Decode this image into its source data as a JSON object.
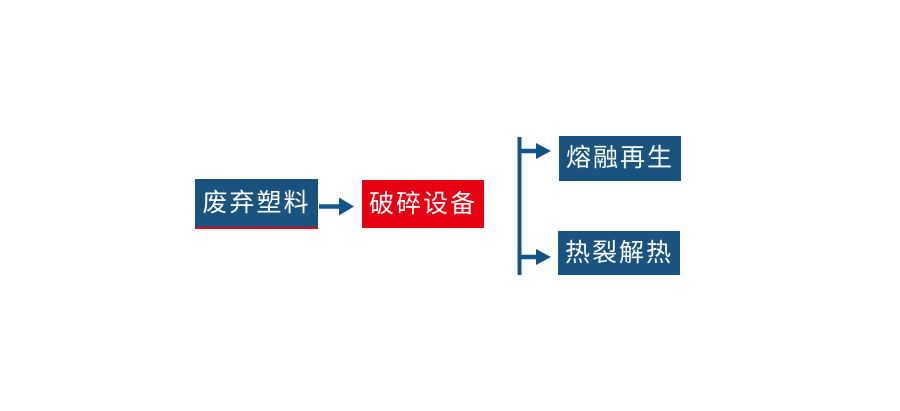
{
  "diagram": {
    "title": "waste-plastic-processing-flowchart",
    "nodes": {
      "source": {
        "label": "废弃塑料",
        "color_role": "node_blue",
        "underline": "node_red"
      },
      "process": {
        "label": "破碎设备",
        "color_role": "node_red"
      },
      "branch_top": {
        "label": "熔融再生",
        "color_role": "node_blue"
      },
      "branch_bottom": {
        "label": "热裂解热",
        "color_role": "node_blue"
      }
    },
    "connectors": {
      "main_arrow": "arrow-right-icon",
      "branch": "split-two-arrows-icon"
    },
    "colors": {
      "node_blue": "#1A537E",
      "node_red": "#E60012",
      "arrow_blue": "#125489",
      "text": "#FFFFFF",
      "background": "#FFFFFF"
    }
  }
}
